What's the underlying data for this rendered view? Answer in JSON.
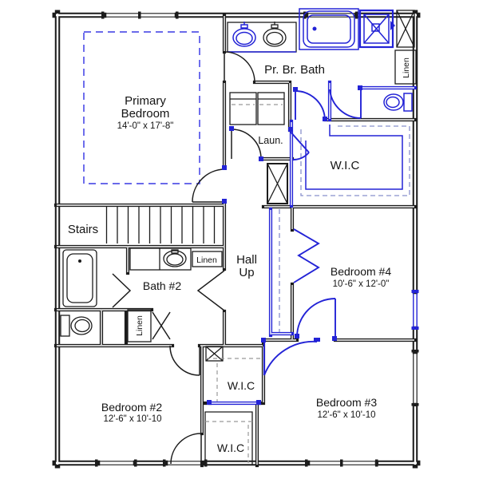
{
  "floor_plan": {
    "rooms": {
      "primary_bedroom": {
        "line1": "Primary",
        "line2": "Bedroom",
        "dims": "14'-0\" x 17'-8\""
      },
      "primary_bath": {
        "name": "Pr. Br. Bath"
      },
      "laundry": {
        "name": "Laun."
      },
      "wic_primary": {
        "name": "W.I.C"
      },
      "linen_upper": {
        "name": "Linen"
      },
      "stairs": {
        "name": "Stairs"
      },
      "hall": {
        "line1": "Hall",
        "line2": "Up"
      },
      "bath2": {
        "name": "Bath #2"
      },
      "linen_bath2": {
        "name": "Linen"
      },
      "linen_hall": {
        "name": "Linen"
      },
      "bedroom4": {
        "name": "Bedroom #4",
        "dims": "10'-6\" x 12'-0\""
      },
      "bedroom2": {
        "name": "Bedroom #2",
        "dims": "12'-6\" x 10'-10"
      },
      "bedroom3": {
        "name": "Bedroom #3",
        "dims": "12'-6\" x 10'-10"
      },
      "wic_center": {
        "name": "W.I.C"
      },
      "wic_lower": {
        "name": "W.I.C"
      }
    },
    "colors": {
      "walls": "#1c1c1c",
      "fixtures_blue": "#2323d6",
      "bed_outline_blue": "#5555e8",
      "shelf_dash_gray": "#999999",
      "shelf_dash_blue": "#8890cc",
      "background": "#ffffff"
    }
  }
}
